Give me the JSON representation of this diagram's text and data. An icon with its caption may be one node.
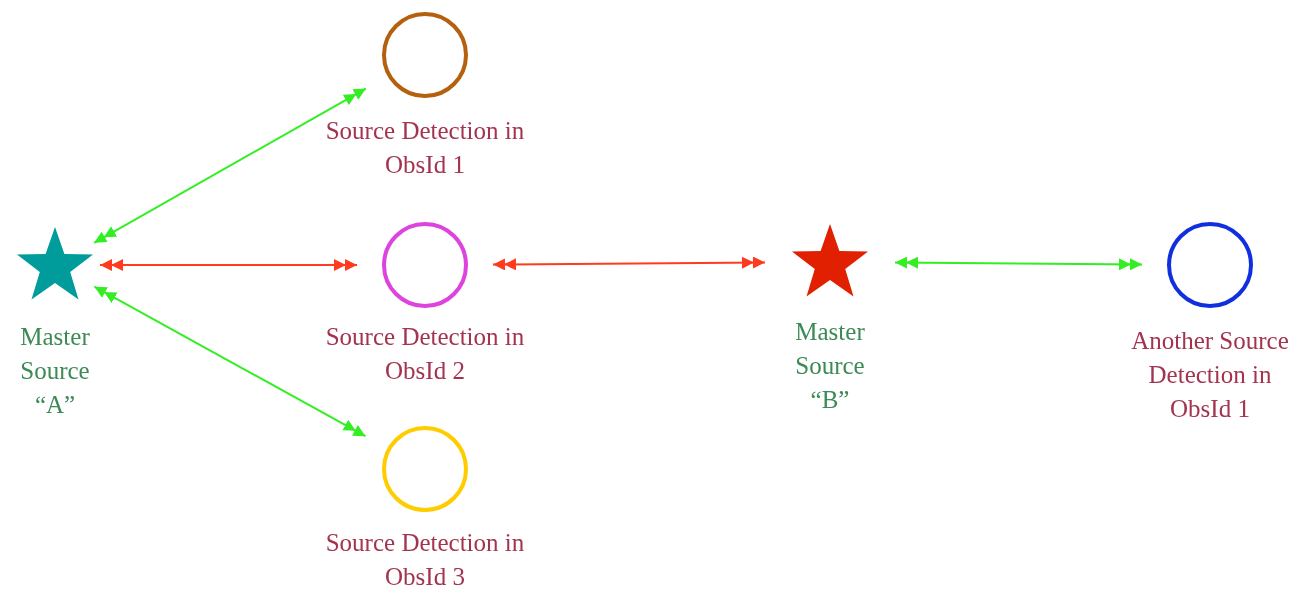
{
  "diagram": {
    "nodes": [
      {
        "text": [
          "Master Source “A”"
        ]
      },
      {
        "text": [
          "Source Detection in ObsId 1"
        ]
      },
      {
        "text": [
          "Source Detection in ObsId 2"
        ]
      },
      {
        "text": [
          "Source Detection in ObsId 3"
        ]
      },
      {
        "text": [
          "Master Source “B”"
        ]
      },
      {
        "text": [
          "Another Source Detection in ObsId 1"
        ]
      }
    ],
    "edges": [
      {
        "from": 0,
        "to": 1,
        "arrow": "both"
      },
      {
        "from": 0,
        "to": 2,
        "arrow": "both",
        "color": "#ff3b1f"
      },
      {
        "from": 0,
        "to": 3,
        "arrow": "both"
      },
      {
        "from": 2,
        "to": 4,
        "arrow": "both",
        "color": "#ff3b1f"
      },
      {
        "from": 4,
        "to": 5,
        "arrow": "both"
      }
    ]
  }
}
